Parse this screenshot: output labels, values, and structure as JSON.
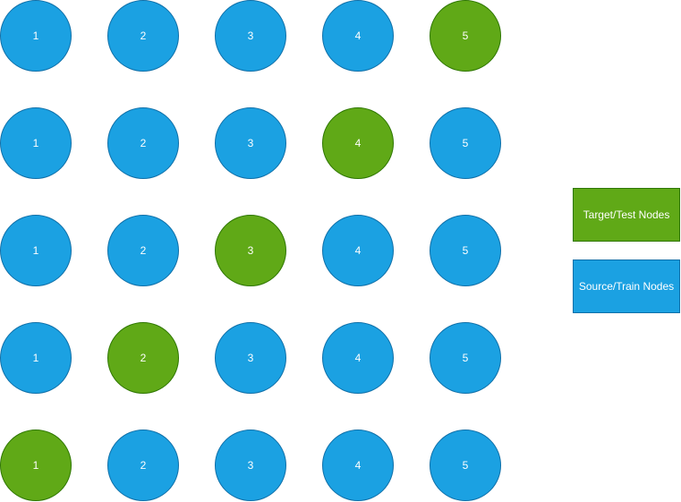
{
  "colors": {
    "target_fill": "#60a917",
    "target_stroke": "#2d7600",
    "source_fill": "#1ba1e2",
    "source_stroke": "#0f6fa8",
    "text": "#ffffff"
  },
  "rows": [
    {
      "labels": [
        "1",
        "2",
        "3",
        "4",
        "5"
      ],
      "target_index": 4
    },
    {
      "labels": [
        "1",
        "2",
        "3",
        "4",
        "5"
      ],
      "target_index": 3
    },
    {
      "labels": [
        "1",
        "2",
        "3",
        "4",
        "5"
      ],
      "target_index": 2
    },
    {
      "labels": [
        "1",
        "2",
        "3",
        "4",
        "5"
      ],
      "target_index": 1
    },
    {
      "labels": [
        "1",
        "2",
        "3",
        "4",
        "5"
      ],
      "target_index": 0
    }
  ],
  "legend": {
    "target_label": "Target/Test Nodes",
    "source_label": "Source/Train Nodes"
  }
}
